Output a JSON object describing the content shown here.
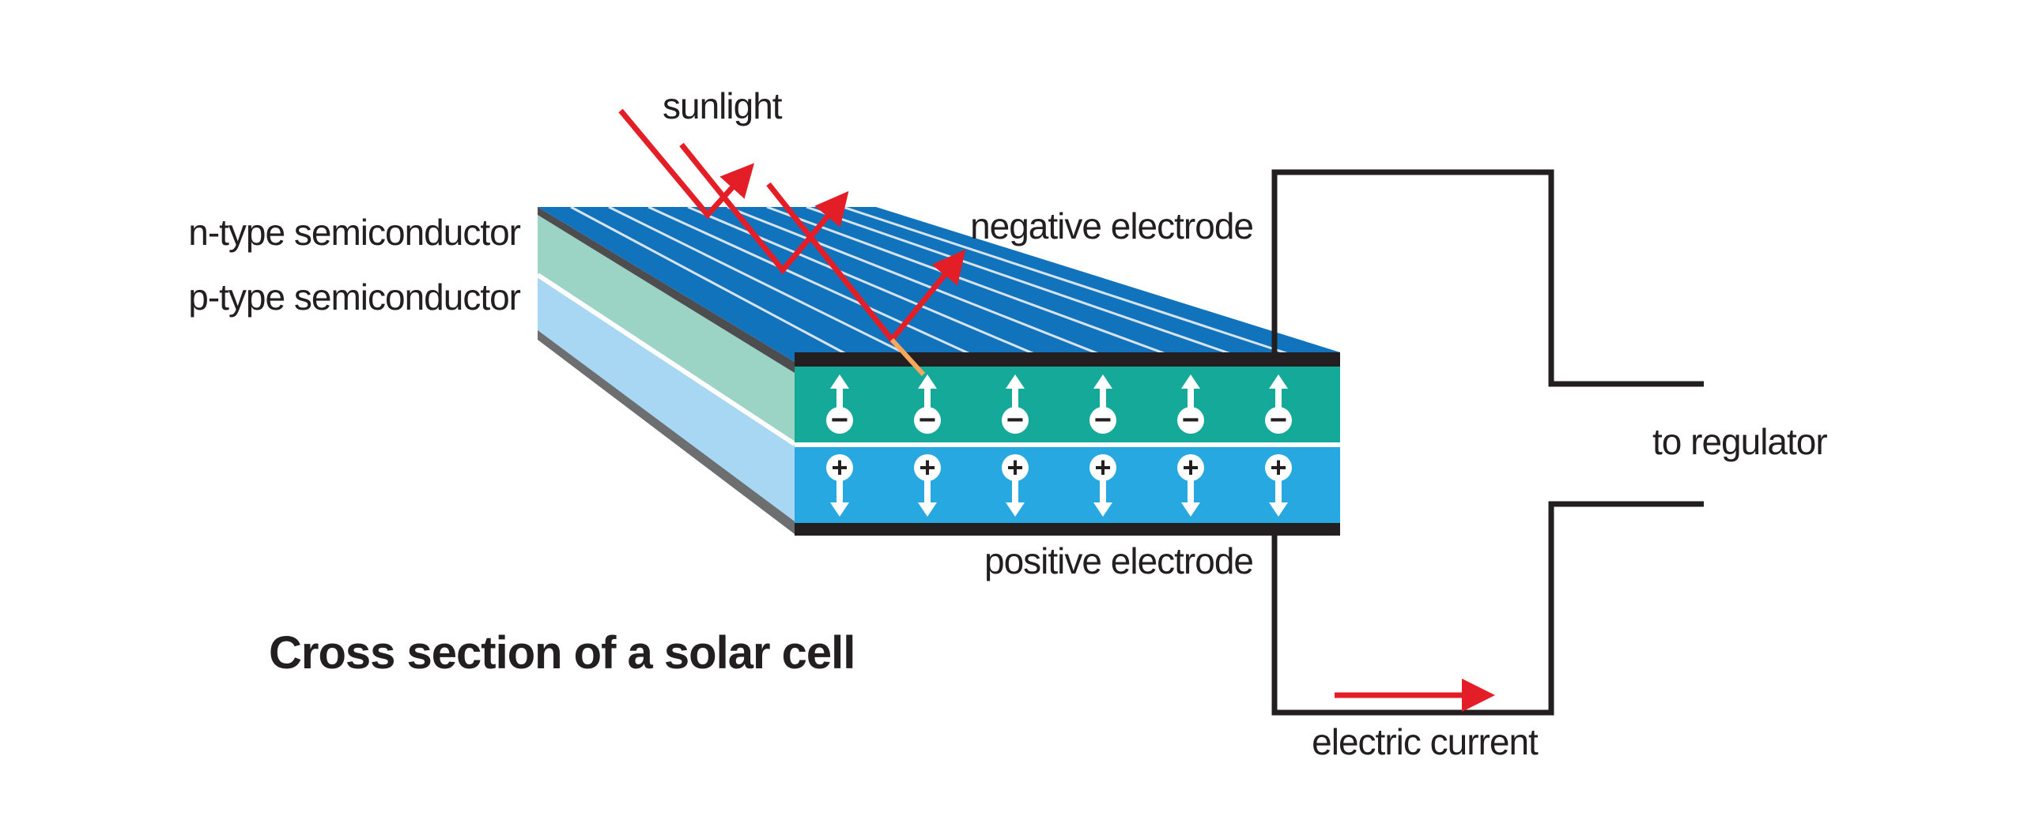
{
  "labels": {
    "sunlight": "sunlight",
    "n_type": "n-type semiconductor",
    "p_type": "p-type semiconductor",
    "negative_electrode": "negative electrode",
    "positive_electrode": "positive electrode",
    "to_regulator": "to regulator",
    "electric_current": "electric current"
  },
  "title": "Cross section of a solar cell",
  "charges": {
    "n_layer_symbol": "−",
    "p_layer_symbol": "+",
    "count_per_layer": 6
  },
  "colors": {
    "top_surface": "#1273bd",
    "surface_lines": "#d7e3ee",
    "n_layer_front": "#15a99a",
    "n_layer_side": "#9bd3c5",
    "p_layer_front": "#27a8e0",
    "p_layer_side": "#a7d7f3",
    "electrode": "#231f20",
    "side_edge": "#4d4d4f",
    "sunlight_arrow": "#e31e26",
    "photon_hit": "#f7a85a",
    "circuit": "#231f20",
    "text": "#231f20"
  }
}
